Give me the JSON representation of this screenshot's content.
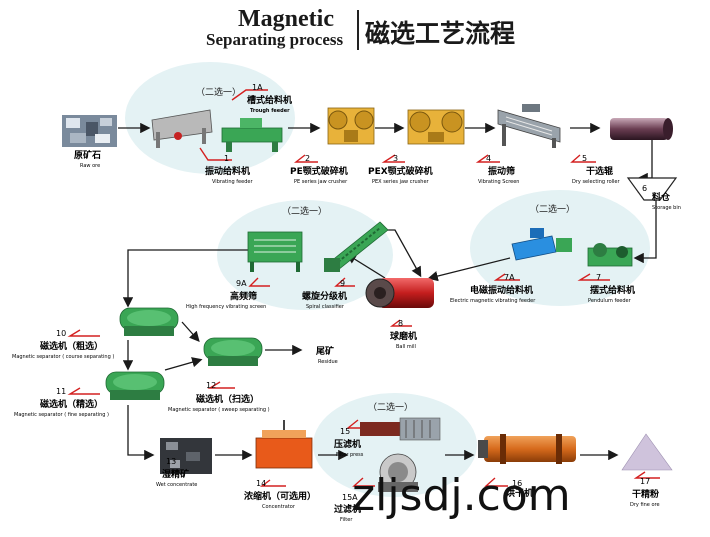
{
  "title": {
    "en_line1": "Magnetic",
    "en_line2": "Separating process",
    "cn": "磁选工艺流程"
  },
  "choose_one": "（二选一）",
  "watermark": "zljsdj.com",
  "nodes": [
    {
      "num": "",
      "cn": "原矿石",
      "en": "Raw ore"
    },
    {
      "num": "1",
      "cn": "振动给料机",
      "en": "Vibrating feeder"
    },
    {
      "num": "1A",
      "cn": "槽式给料机",
      "en": "Trough feeder"
    },
    {
      "num": "2",
      "cn": "PE颚式破碎机",
      "en": "PE series jaw crusher"
    },
    {
      "num": "3",
      "cn": "PEX颚式破碎机",
      "en": "PEX series jaw crusher"
    },
    {
      "num": "4",
      "cn": "振动筛",
      "en": "Vibrating Screen"
    },
    {
      "num": "5",
      "cn": "干选辊",
      "en": "Dry selecting roller"
    },
    {
      "num": "6",
      "cn": "料仓",
      "en": "Storage bin"
    },
    {
      "num": "7",
      "cn": "摆式给料机",
      "en": "Pendulum feeder"
    },
    {
      "num": "7A",
      "cn": "电磁振动给料机",
      "en": "Electric magnetic vibrating feeder"
    },
    {
      "num": "8",
      "cn": "球磨机",
      "en": "Ball mill"
    },
    {
      "num": "9",
      "cn": "螺旋分级机",
      "en": "Spiral classifier"
    },
    {
      "num": "9A",
      "cn": "高频筛",
      "en": "High frequency vibrating screen"
    },
    {
      "num": "10",
      "cn": "磁选机（粗选）",
      "en": "Magnetic separator ( course separating )"
    },
    {
      "num": "",
      "cn": "尾矿",
      "en": "Residue"
    },
    {
      "num": "11",
      "cn": "磁选机（精选）",
      "en": "Magnetic separator ( fine separating )"
    },
    {
      "num": "12",
      "cn": "磁选机（扫选）",
      "en": "Magnetic separator ( sweep separating )"
    },
    {
      "num": "13",
      "cn": "湿精矿",
      "en": "Wet concentrate"
    },
    {
      "num": "14",
      "cn": "浓缩机（可选用）",
      "en": "Concentrator"
    },
    {
      "num": "15",
      "cn": "压滤机",
      "en": "Filter press"
    },
    {
      "num": "15A",
      "cn": "过滤机",
      "en": "Filter"
    },
    {
      "num": "16",
      "cn": "烘干机",
      "en": ""
    },
    {
      "num": "17",
      "cn": "干精粉",
      "en": "Dry fine ore"
    }
  ],
  "colors": {
    "arrow": "#1a1a1a",
    "label_line": "#d42020",
    "machine_green": "#3aa655",
    "machine_yellow": "#e8b23a",
    "bubble": "#e4f2f4"
  }
}
